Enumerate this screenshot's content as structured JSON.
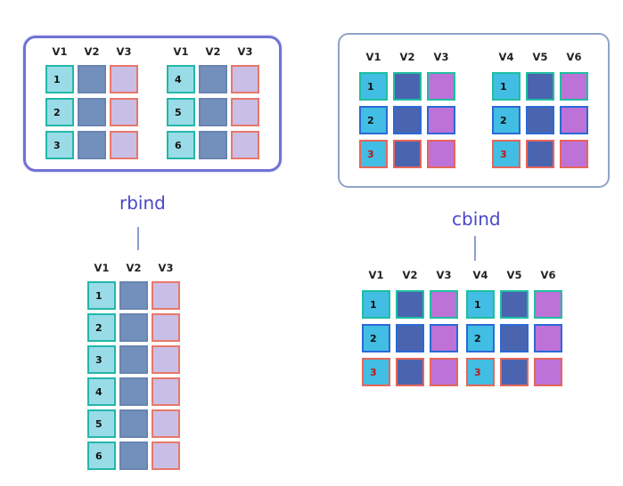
{
  "rbind": {
    "label": "rbind",
    "top_left": {
      "headers": [
        "V1",
        "V2",
        "V3"
      ],
      "rows": [
        "1",
        "2",
        "3"
      ]
    },
    "top_right": {
      "headers": [
        "V1",
        "V2",
        "V3"
      ],
      "rows": [
        "4",
        "5",
        "6"
      ]
    },
    "result": {
      "headers": [
        "V1",
        "V2",
        "V3"
      ],
      "rows": [
        "1",
        "2",
        "3",
        "4",
        "5",
        "6"
      ]
    }
  },
  "cbind": {
    "label": "cbind",
    "top_left": {
      "headers": [
        "V1",
        "V2",
        "V3"
      ],
      "rows": [
        "1",
        "2",
        "3"
      ]
    },
    "top_right": {
      "headers": [
        "V4",
        "V5",
        "V6"
      ],
      "rows": [
        "1",
        "2",
        "3"
      ]
    },
    "result": {
      "headers": [
        "V1",
        "V2",
        "V3",
        "V4",
        "V5",
        "V6"
      ],
      "rows": [
        "1",
        "2",
        "3"
      ]
    }
  },
  "colors": {
    "accent": "#7272d6",
    "col1": "#9adbe8",
    "col2": "#7390bd",
    "col3": "#c9bfe6",
    "cyan": "#42bde3",
    "navy": "#4a64b0",
    "violet": "#bd72d8"
  }
}
